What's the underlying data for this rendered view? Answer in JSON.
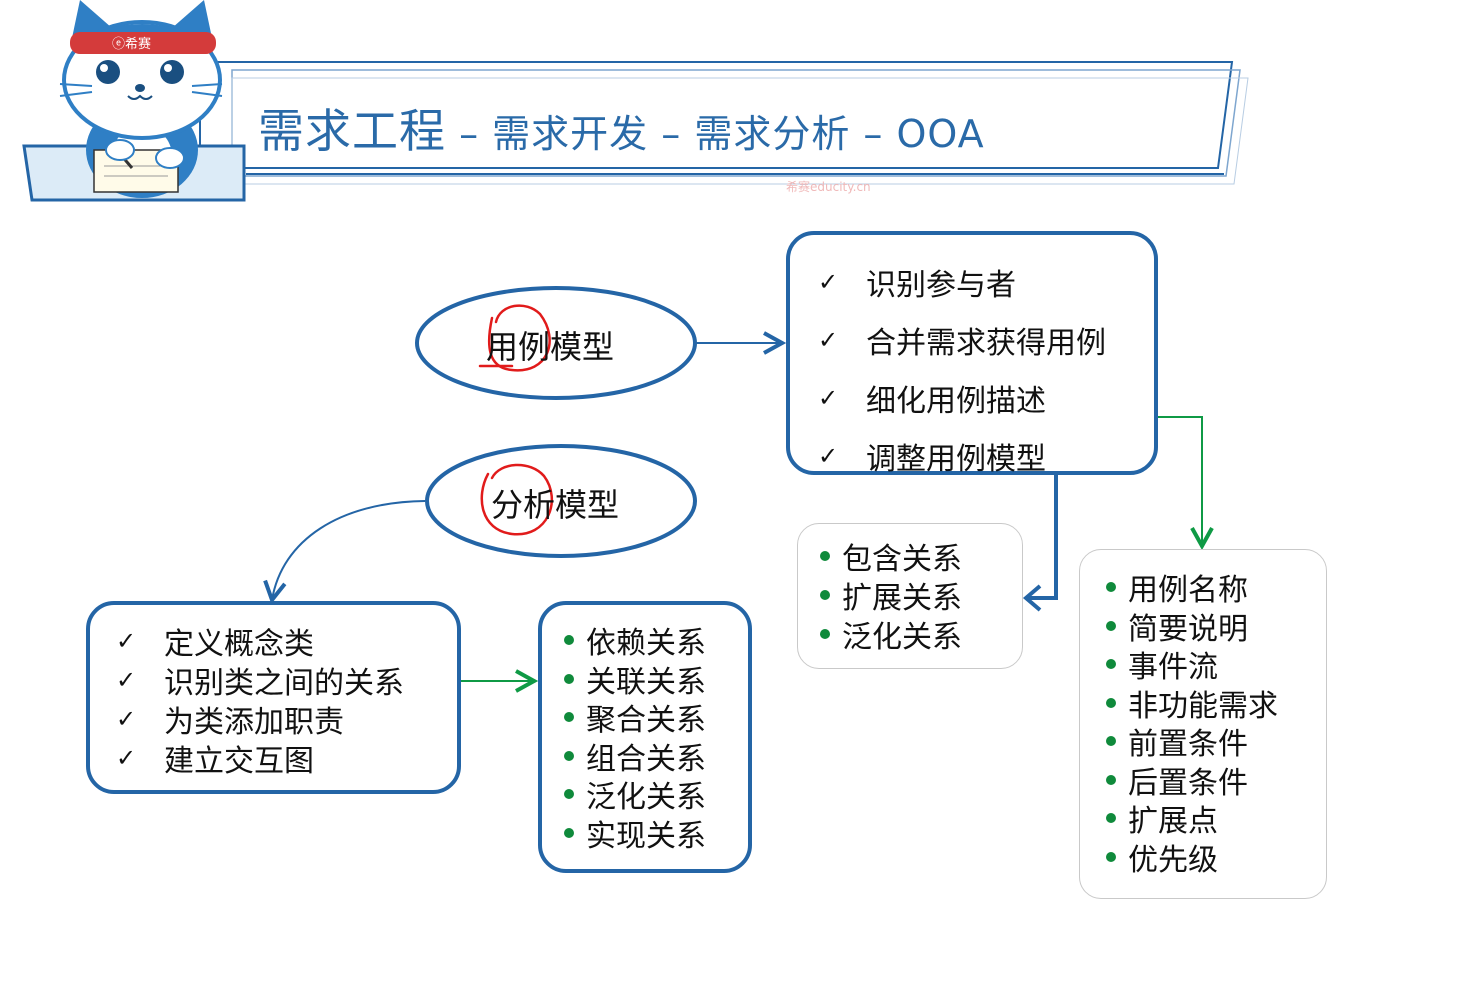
{
  "header": {
    "mascot_badge": "ⓔ希赛",
    "title_main": "需求工程",
    "title_rest": " – 需求开发 – 需求分析 – OOA",
    "watermark": "希赛educity.cn"
  },
  "use_case_model": {
    "label": "用例模型",
    "steps": [
      {
        "check": "✓",
        "text": "识别参与者"
      },
      {
        "check": "✓",
        "text": "合并需求获得用例"
      },
      {
        "check": "✓",
        "text": "细化用例描述"
      },
      {
        "check": "✓",
        "text": "调整用例模型"
      }
    ],
    "relations": [
      "包含关系",
      "扩展关系",
      "泛化关系"
    ],
    "description_items": [
      "用例名称",
      "简要说明",
      "事件流",
      "非功能需求",
      "前置条件",
      "后置条件",
      "扩展点",
      "优先级"
    ]
  },
  "analysis_model": {
    "label": "分析模型",
    "steps": [
      {
        "check": "✓",
        "text": "定义概念类"
      },
      {
        "check": "✓",
        "text": "识别类之间的关系"
      },
      {
        "check": "✓",
        "text": "为类添加职责"
      },
      {
        "check": "✓",
        "text": "建立交互图"
      }
    ],
    "relations": [
      "依赖关系",
      "关联关系",
      "聚合关系",
      "组合关系",
      "泛化关系",
      "实现关系"
    ]
  },
  "colors": {
    "accent_blue": "#2465a6",
    "title_blue": "#2a6aa8",
    "arrow_green": "#0f9a45",
    "annotation_red": "#e11b1b",
    "bullet_green": "#0f8a3b"
  }
}
